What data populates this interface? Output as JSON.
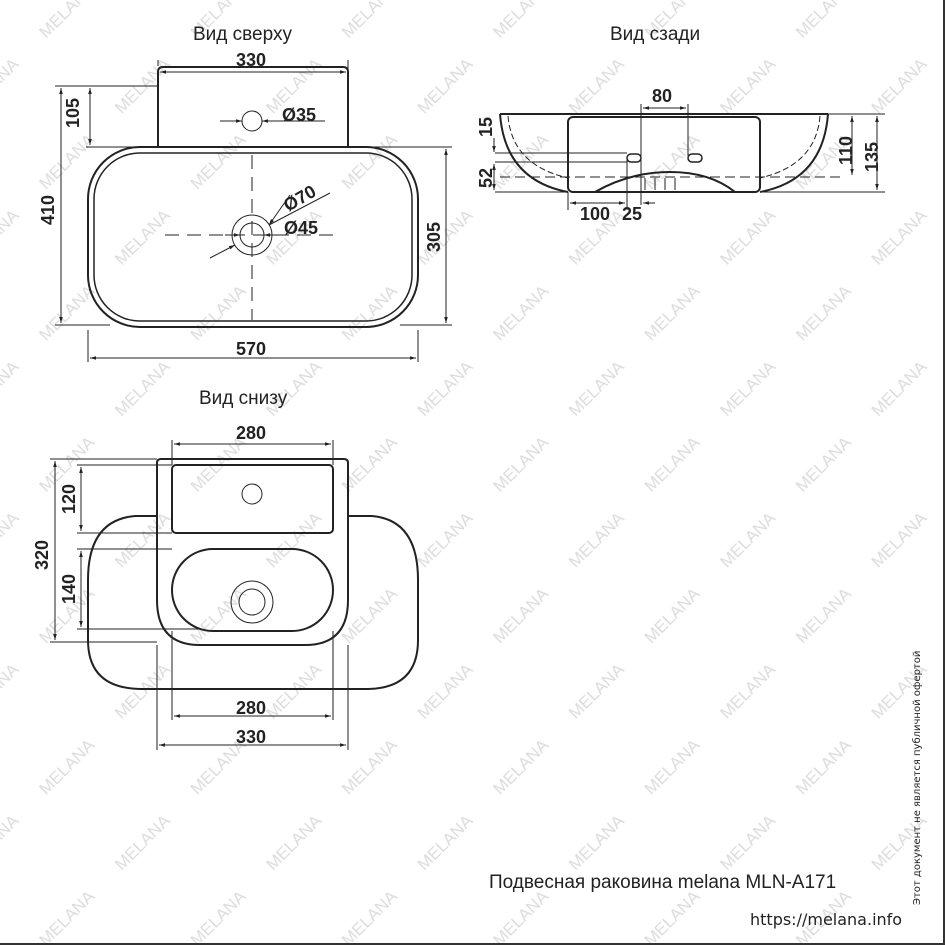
{
  "views": {
    "top": {
      "title": "Вид сверху",
      "dims": {
        "faucet_deck_width": "330",
        "faucet_deck_depth": "105",
        "total_depth": "410",
        "bowl_depth": "305",
        "total_width": "570",
        "faucet_hole": "Ø35",
        "drain_outer": "Ø70",
        "drain_inner": "Ø45"
      }
    },
    "back": {
      "title": "Вид сзади",
      "dims": {
        "hole_spacing": "80",
        "hole_offset_top": "15",
        "hole_height": "52",
        "offset_left": "100",
        "offset_small": "25",
        "bowl_height": "110",
        "total_height": "135"
      }
    },
    "bottom": {
      "title": "Вид снизу",
      "dims": {
        "top_width": "280",
        "upper_depth": "120",
        "total_depth": "320",
        "lower_depth": "140",
        "bottom_inner_width": "280",
        "bottom_outer_width": "330"
      }
    }
  },
  "footer": {
    "product_title": "Подвесная раковина melana MLN-A171",
    "url": "https://melana.info",
    "disclaimer": "Этот документ не является публичной офертой"
  },
  "watermark": "MELANA",
  "colors": {
    "line": "#222222",
    "watermark": "#d8d8d8",
    "background": "#ffffff"
  }
}
